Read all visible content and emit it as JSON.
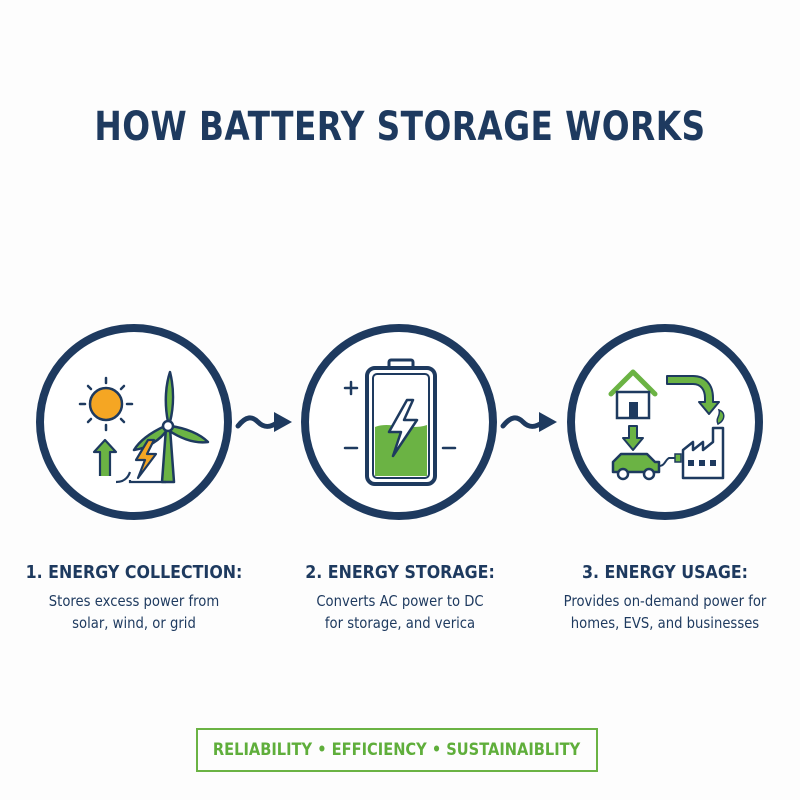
{
  "title": "HOW BATTERY STORAGE WORKS",
  "colors": {
    "navy": "#1e3a5f",
    "green": "#6bb344",
    "sun": "#f5a623",
    "background": "#fdfdfd"
  },
  "steps": [
    {
      "heading": "1. ENERGY COLLECTION:",
      "lines": [
        "Stores excess power from",
        "solar, wind, or grid"
      ],
      "icons": [
        "sun-icon",
        "wind-turbine-icon",
        "lightning-icon",
        "up-arrow-icon"
      ]
    },
    {
      "heading": "2. ENERGY STORAGE:",
      "lines": [
        "Converts AC power to DC",
        "for storage, and verica"
      ],
      "icons": [
        "battery-icon",
        "plus-icon",
        "minus-icon"
      ],
      "battery_level": 0.5
    },
    {
      "heading": "3. ENERGY USAGE:",
      "lines": [
        "Provides on-demand power for",
        "homes, EVS, and businesses"
      ],
      "icons": [
        "house-icon",
        "curved-arrow-icon",
        "car-icon",
        "factory-icon"
      ]
    }
  ],
  "footer": "RELIABILITY • EFFICIENCY • SUSTAINAIBLITY"
}
